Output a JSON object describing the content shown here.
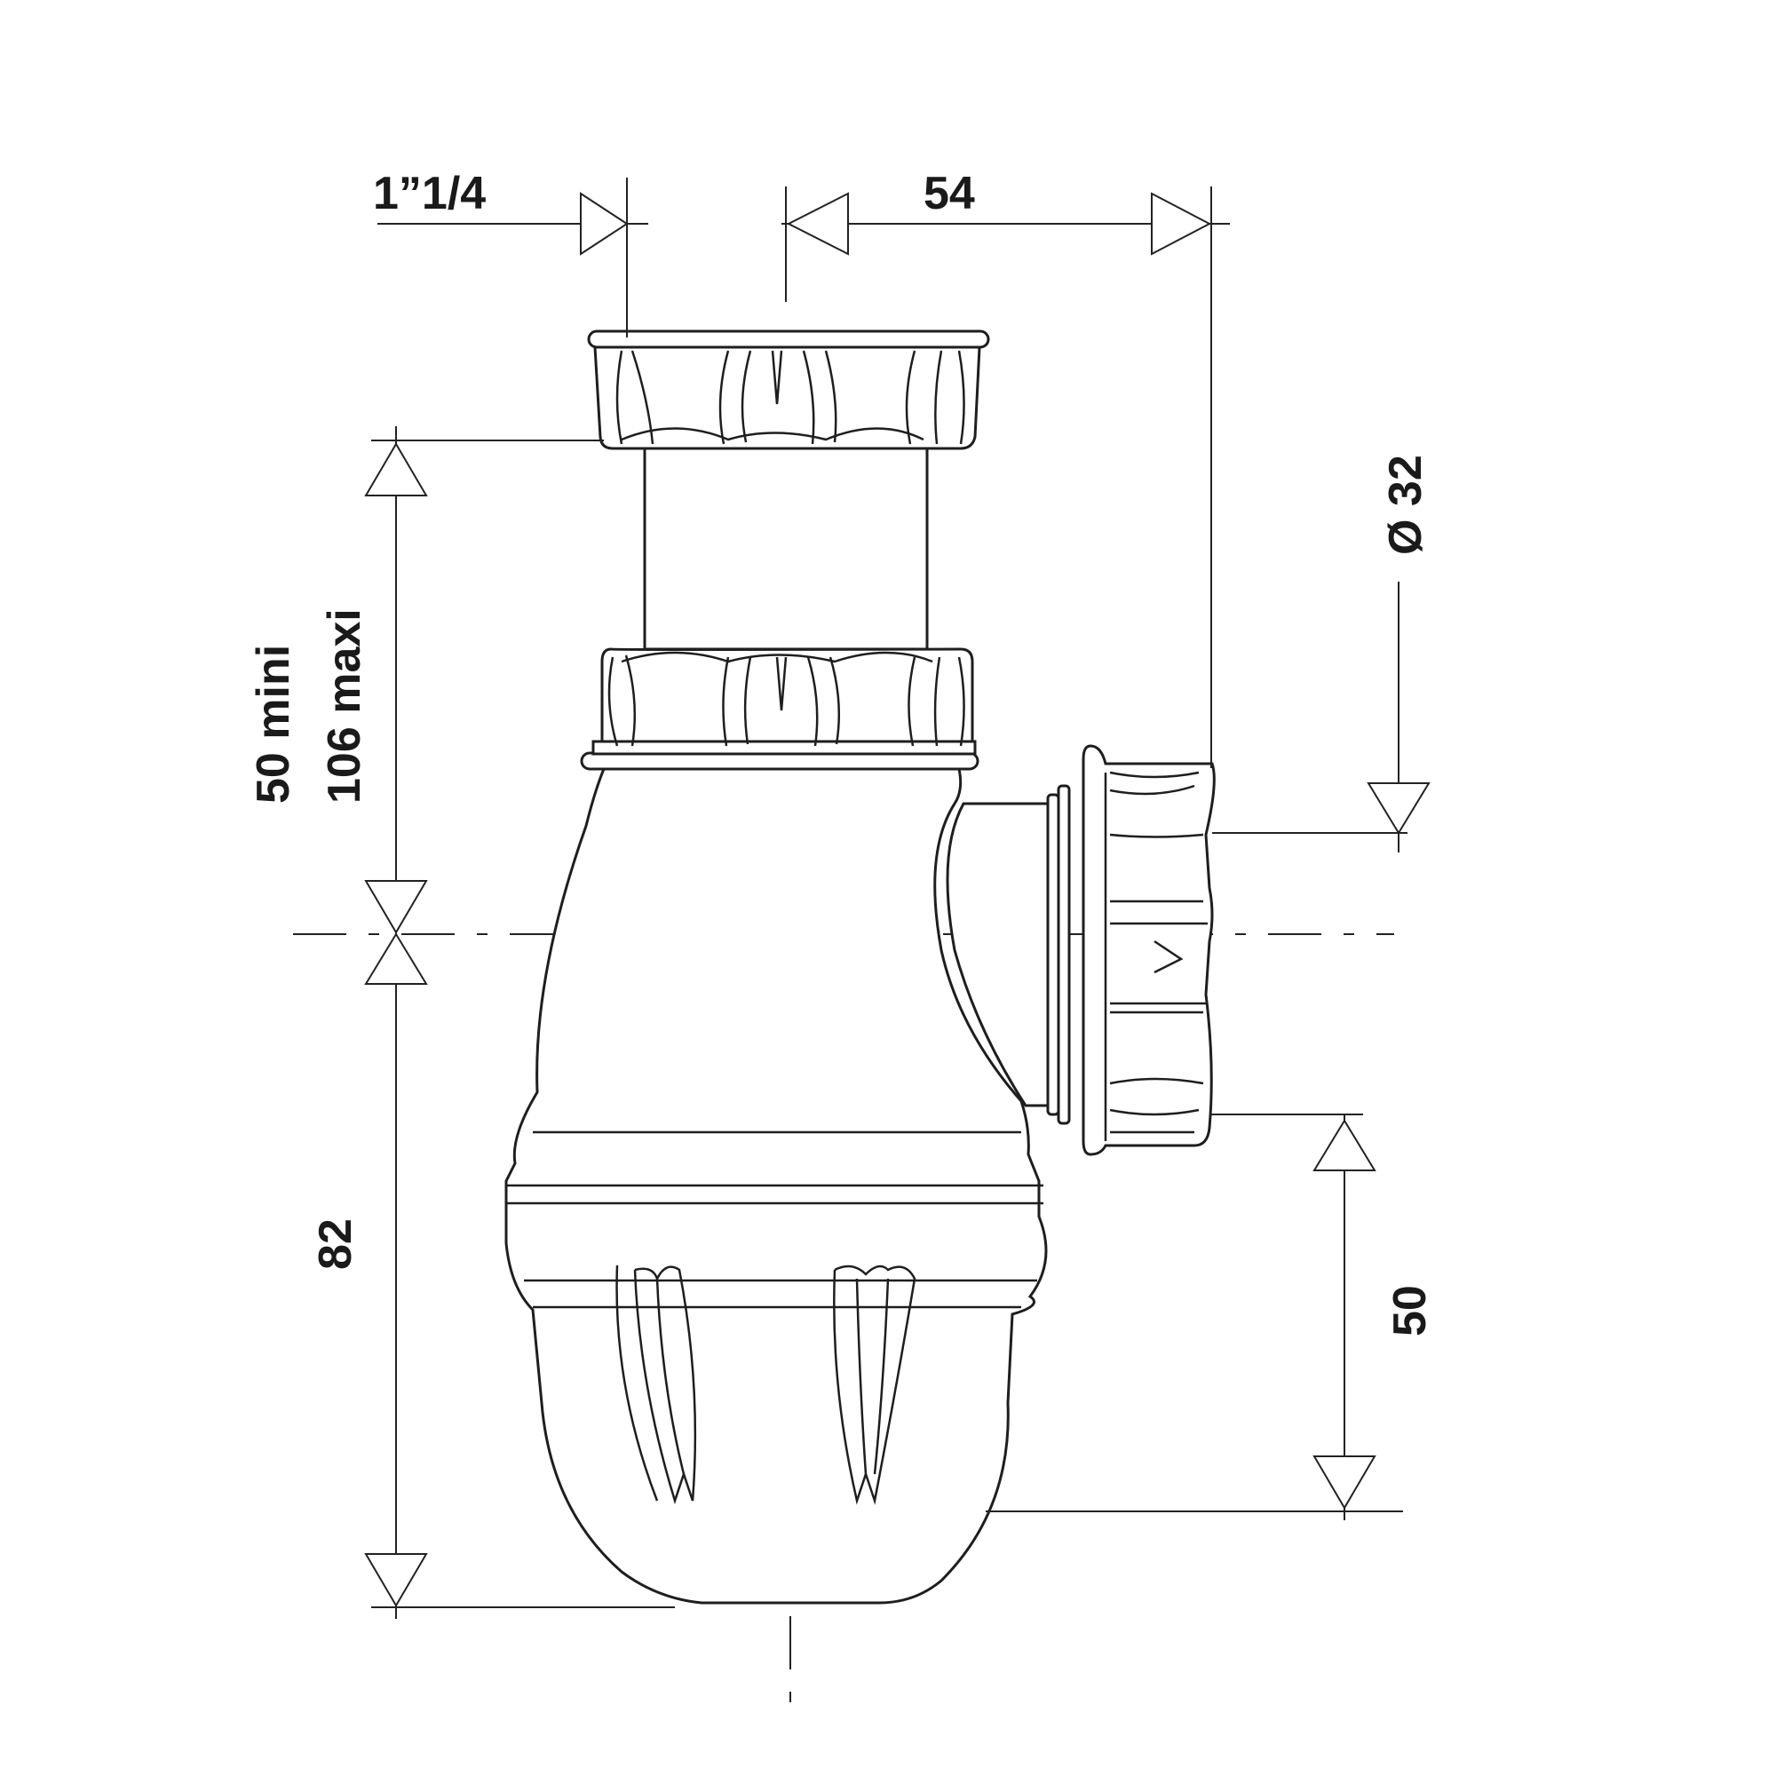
{
  "dimensions": {
    "inlet_thread": "1”1/4",
    "offset_width": "54",
    "outlet_diameter": "Ø 32",
    "height_adjust_min": "50 mini",
    "height_adjust_max": "106 maxi",
    "body_height": "82",
    "outlet_to_bottom": "50"
  }
}
